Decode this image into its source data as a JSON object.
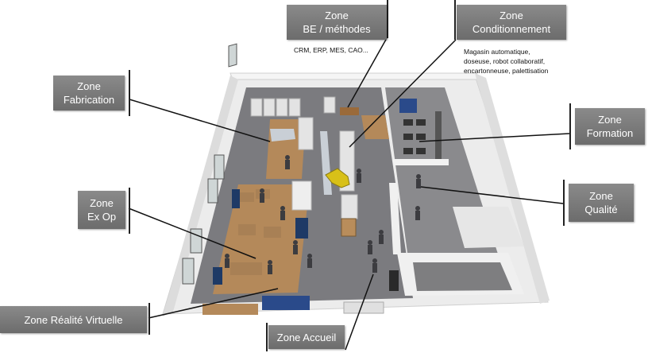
{
  "zones": {
    "be_methodes": {
      "line1": "Zone",
      "line2": "BE / méthodes",
      "note": "CRM, ERP, MES, CAO..."
    },
    "conditionnement": {
      "line1": "Zone",
      "line2": "Conditionnement",
      "note_lines": [
        "Magasin automatique,",
        "doseuse, robot collaboratif,",
        "encartonneuse, palettisation"
      ]
    },
    "fabrication": {
      "line1": "Zone",
      "line2": "Fabrication"
    },
    "formation": {
      "line1": "Zone",
      "line2": "Formation"
    },
    "ex_op": {
      "line1": "Zone",
      "line2": "Ex Op"
    },
    "qualite": {
      "line1": "Zone",
      "line2": "Qualité"
    },
    "realite_virtuelle": {
      "line1": "Zone Réalité Virtuelle"
    },
    "accueil": {
      "line1": "Zone Accueil"
    }
  },
  "colors": {
    "label_bg": "#7a7a7a",
    "label_text": "#ffffff",
    "floor": "#7d7d80",
    "wood_floor": "#b58a5a",
    "wall": "#e8e8e8"
  }
}
